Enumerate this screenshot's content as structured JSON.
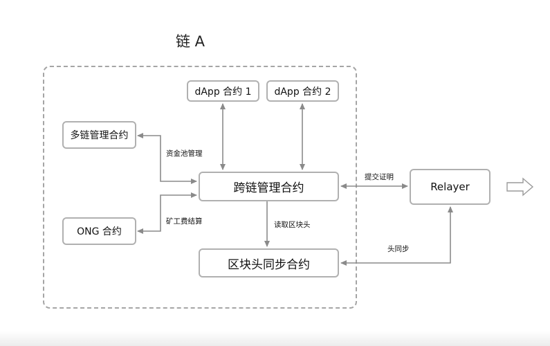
{
  "chain_title": "链 A",
  "nodes": {
    "dapp1": "dApp 合约 1",
    "dapp2": "dApp 合约 2",
    "multichain": "多链管理合约",
    "ong": "ONG 合约",
    "crosschain": "跨链管理合约",
    "header_sync": "区块头同步合约",
    "relayer": "Relayer"
  },
  "edge_labels": {
    "asset_pool": "资金池管理",
    "fee_settle": "矿工费结算",
    "read_headers": "读取区块头",
    "submit_proof": "提交证明",
    "header_sync": "头同步"
  },
  "colors": {
    "box_border": "#b0b0b0",
    "arrow": "#8a8a8a",
    "dashed_border": "#a5a5a5"
  }
}
